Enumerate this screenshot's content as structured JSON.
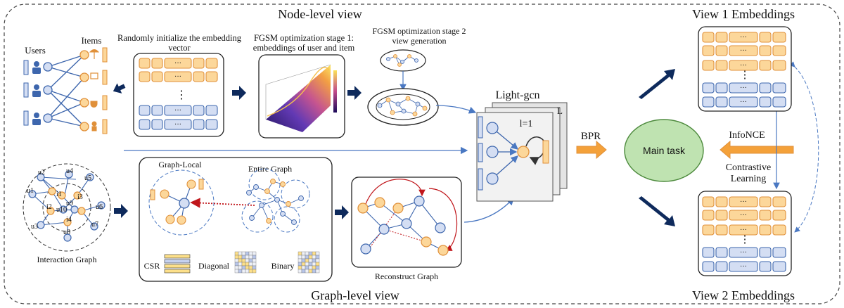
{
  "titles": {
    "node_level": "Node-level view",
    "graph_level": "Graph-level view",
    "view1": "View 1 Embeddings",
    "view2": "View 2 Embeddings"
  },
  "left": {
    "users": "Users",
    "items": "Items",
    "interaction_graph": "Interaction Graph",
    "node_labels": [
      "u1",
      "u2",
      "u3",
      "u4",
      "u5",
      "u6",
      "u7",
      "u8",
      "u9",
      "u10",
      "i1",
      "i2",
      "i3",
      "i4"
    ]
  },
  "stages": {
    "init": "Randomly initialize the embedding vector",
    "init_line1": "Randomly initialize the embedding",
    "init_line2": "vector",
    "fgsm1_line1": "FGSM optimization stage 1:",
    "fgsm1_line2": "embeddings of user and item",
    "fgsm2_line1": "FGSM optimization stage 2",
    "fgsm2_line2": "view generation"
  },
  "graph_panel": {
    "graph_local": "Graph-Local",
    "entire_graph": "Entire Graph",
    "csr": "CSR",
    "diagonal": "Diagonal",
    "binary": "Binary",
    "reconstruct": "Reconstruct Graph"
  },
  "lightgcn": {
    "title": "Light-gcn",
    "layer_l": "L",
    "layer_1": "l=1"
  },
  "right": {
    "bpr": "BPR",
    "main_task": "Main task",
    "infonce": "InfoNCE",
    "contrastive_line1": "Contrastive",
    "contrastive_line2": "Learning",
    "dots": "···",
    "vdots": "⋮"
  },
  "colors": {
    "orange_fill": "#fcd79a",
    "orange_stroke": "#e0903a",
    "blue_fill": "#d4def3",
    "blue_stroke": "#3d66ad",
    "navy": "#0e2a5c",
    "green_fill": "#bfe3b1",
    "green_stroke": "#4d8a3d",
    "arrow_orange": "#f4a13a",
    "red": "#c0161b"
  }
}
